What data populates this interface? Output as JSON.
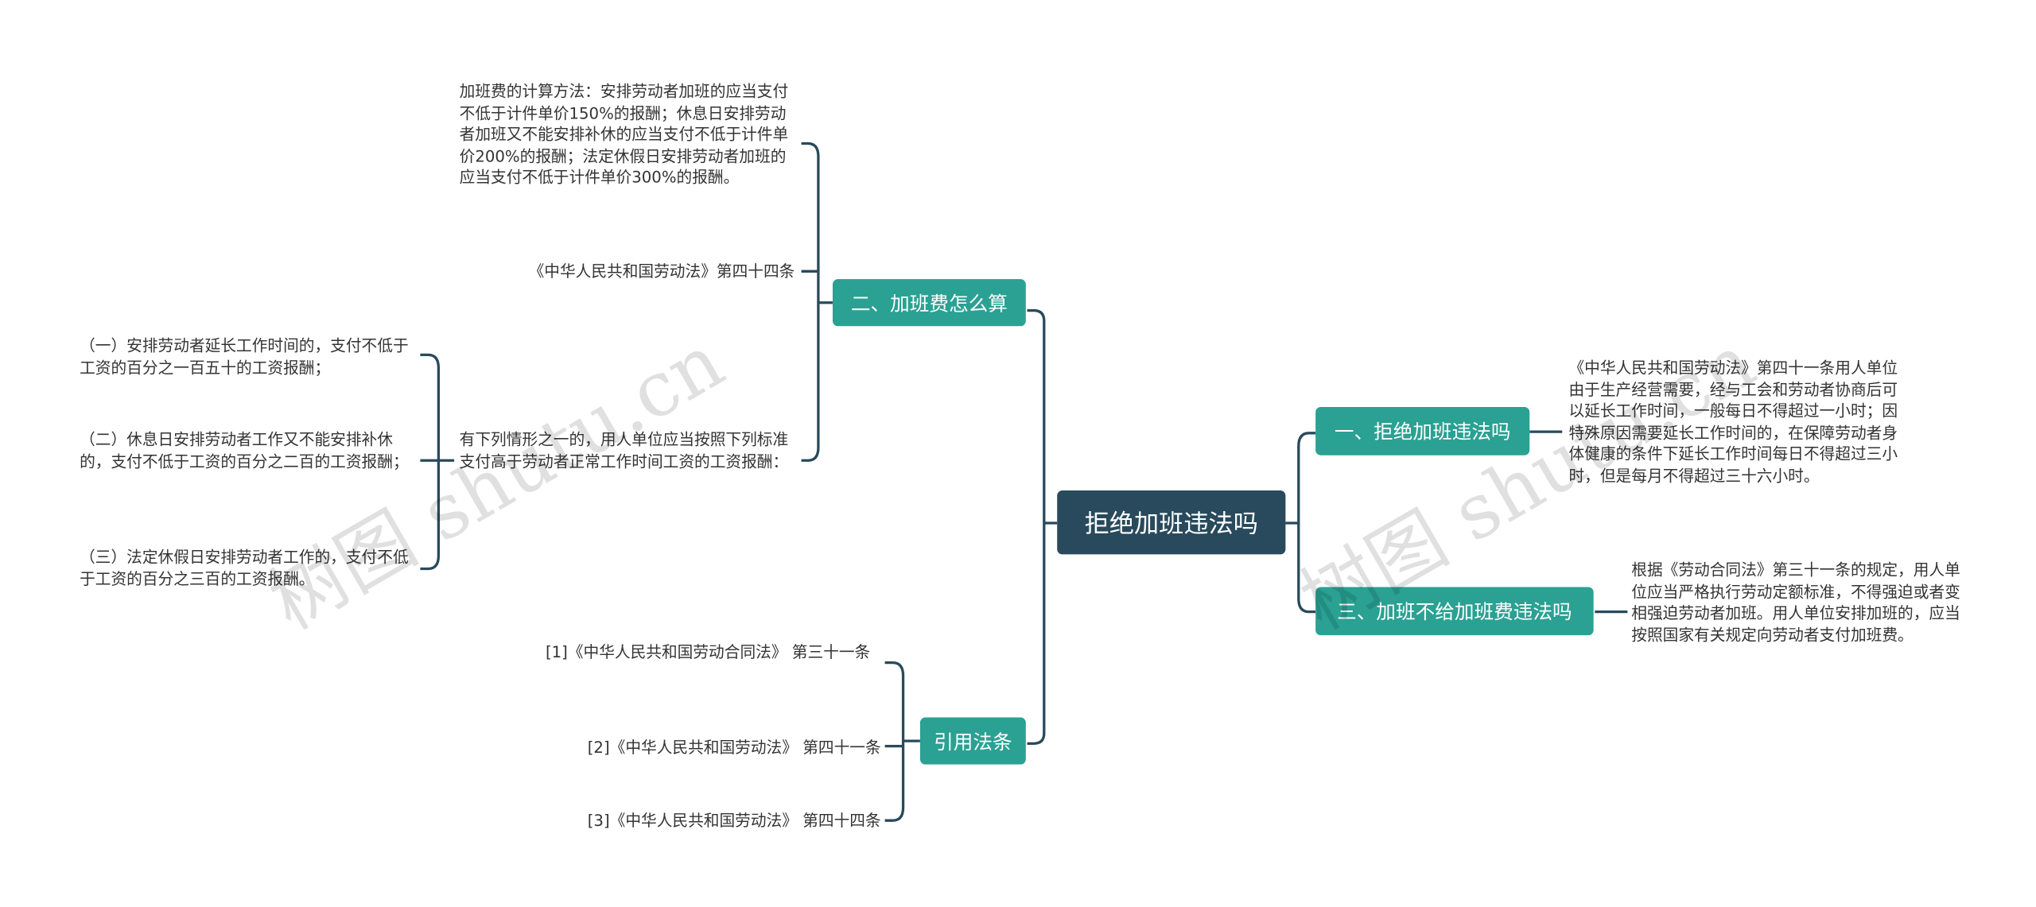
{
  "root": {
    "label": "拒绝加班违法吗"
  },
  "branches": {
    "overtime_pay": {
      "label": "二、加班费怎么算",
      "calc_method": "加班费的计算方法：安排劳动者加班的应当支付不低于计件单价150%的报酬；休息日安排劳动者加班又不能安排补休的应当支付不低于计件单价200%的报酬；法定休假日安排劳动者加班的应当支付不低于计件单价300%的报酬。",
      "article": "《中华人民共和国劳动法》第四十四条",
      "situations": {
        "label": "有下列情形之一的，用人单位应当按照下列标准支付高于劳动者正常工作时间工资的工资报酬：",
        "items": [
          "（一）安排劳动者延长工作时间的，支付不低于工资的百分之一百五十的工资报酬；",
          "（二）休息日安排劳动者工作又不能安排补休的，支付不低于工资的百分之二百的工资报酬；",
          "（三）法定休假日安排劳动者工作的，支付不低于工资的百分之三百的工资报酬。"
        ]
      }
    },
    "references": {
      "label": "引用法条",
      "items": [
        "[1]《中华人民共和国劳动合同法》 第三十一条",
        "[2]《中华人民共和国劳动法》 第四十一条",
        "[3]《中华人民共和国劳动法》 第四十四条"
      ]
    },
    "refuse": {
      "label": "一、拒绝加班违法吗",
      "detail": "《中华人民共和国劳动法》第四十一条用人单位由于生产经营需要，经与工会和劳动者协商后可以延长工作时间，一般每日不得超过一小时；因特殊原因需要延长工作时间的，在保障劳动者身体健康的条件下延长工作时间每日不得超过三小时，但是每月不得超过三十六小时。"
    },
    "no_pay": {
      "label": "三、加班不给加班费违法吗",
      "detail": "根据《劳动合同法》第三十一条的规定，用人单位应当严格执行劳动定额标准，不得强迫或者变相强迫劳动者加班。用人单位安排加班的，应当按照国家有关规定向劳动者支付加班费。"
    }
  },
  "watermark": [
    "树图 shutu.cn",
    "树图 shutu.cn"
  ],
  "colors": {
    "root": "#284a5c",
    "branch": "#2aa193",
    "line": "#284a5c"
  }
}
